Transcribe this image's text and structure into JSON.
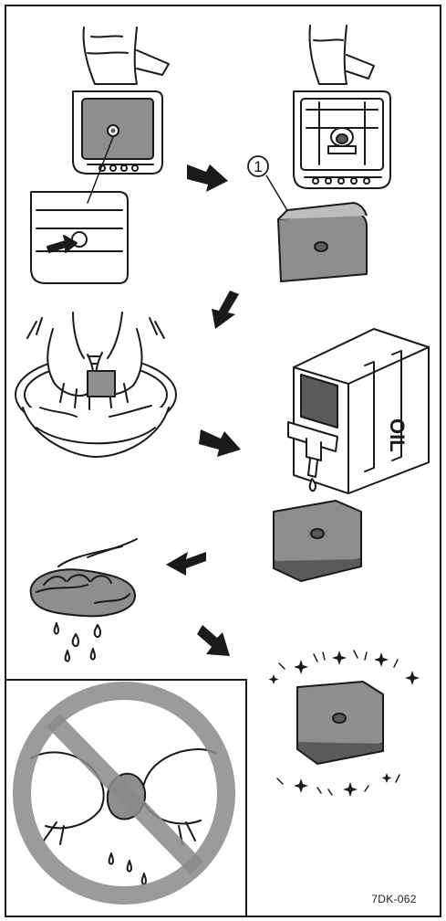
{
  "figure": {
    "callout_number": "1",
    "figure_code": "7DK-062",
    "oil_can_label": "OIL"
  },
  "colors": {
    "line": "#1a1a1a",
    "filter_fill": "#8e8e8e",
    "filter_dark": "#5a5a5a",
    "background": "#ffffff"
  }
}
